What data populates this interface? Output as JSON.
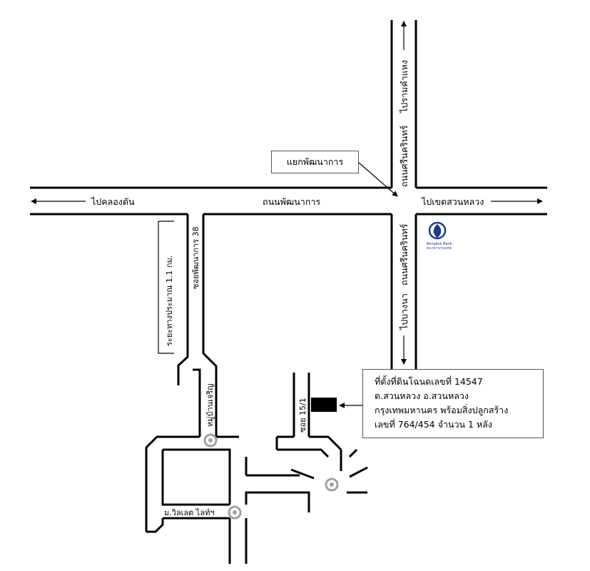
{
  "labels": {
    "to_khlong_ton": "ไปคลองตัน",
    "phatthanakan_road": "ถนนพัฒนาการ",
    "to_khet_suan_luang": "ไปเขตสวนหลวง",
    "srinakarin_north": "ถนนศรีนครินทร์",
    "to_ramkhamhaeng": "ไปรามคำแหง",
    "srinakarin_south": "ถนนศรีนครินทร์",
    "to_bang_na": "ไปบางนา",
    "soi_phatthanakan_38": "ซอยพัฒนาการ 38",
    "distance_note": "ระยะทางประมาณ 1.1 กม.",
    "village_left": "หมู่บ้านเจริญ",
    "soi_15_1": "ซอย 15/1",
    "village_villette": "ม.วิลเลต ไลท์ฯ",
    "junction": "แยกพัฒนาการ"
  },
  "bank_logo": {
    "name": "Bangkok Bank",
    "thai_name": "ธนาคารกรุงเทพ",
    "color": "#1f3a8a"
  },
  "info": {
    "lines": [
      "ที่ตั้งที่ดินโฉนดเลขที่ 14547",
      "ต.สวนหลวง อ.สวนหลวง",
      "กรุงเทพมหานคร พร้อมสิ่งปลูกสร้าง",
      "เลขที่ 764/454 จำนวน 1 หลัง"
    ]
  },
  "colors": {
    "road": "#000000",
    "roundabout": "#a0a0a0",
    "property": "#000000"
  }
}
